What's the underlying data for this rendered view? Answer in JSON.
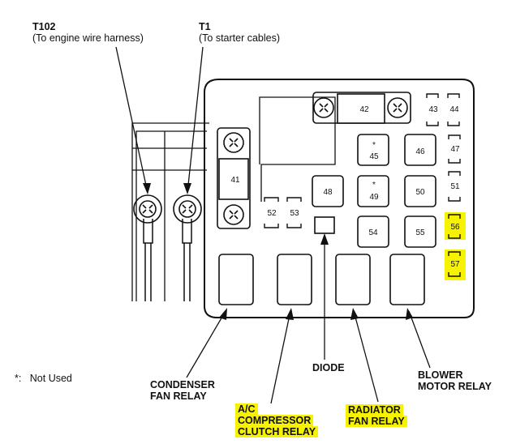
{
  "terminals": {
    "t102": {
      "name": "T102",
      "desc": "(To engine wire harness)"
    },
    "t1": {
      "name": "T1",
      "desc": "(To starter cables)"
    }
  },
  "fuses": {
    "f41": "41",
    "f42": "42",
    "f43": "43",
    "f44": "44",
    "f45": "45",
    "f46": "46",
    "f47": "47",
    "f48": "48",
    "f49": "49",
    "f50": "50",
    "f51": "51",
    "f52": "52",
    "f53": "53",
    "f54": "54",
    "f55": "55",
    "f56": "56",
    "f57": "57"
  },
  "star_mark": "*",
  "legend": {
    "symbol": "*:",
    "text": "Not Used"
  },
  "relays": {
    "condenser_line1": "CONDENSER",
    "condenser_line2": "FAN RELAY",
    "ac_line1": "A/C",
    "ac_line2": "COMPRESSOR",
    "ac_line3": "CLUTCH RELAY",
    "diode": "DIODE",
    "radiator_line1": "RADIATOR",
    "radiator_line2": "FAN RELAY",
    "blower_line1": "BLOWER",
    "blower_line2": "MOTOR RELAY"
  },
  "highlight_color": "#f7f200"
}
